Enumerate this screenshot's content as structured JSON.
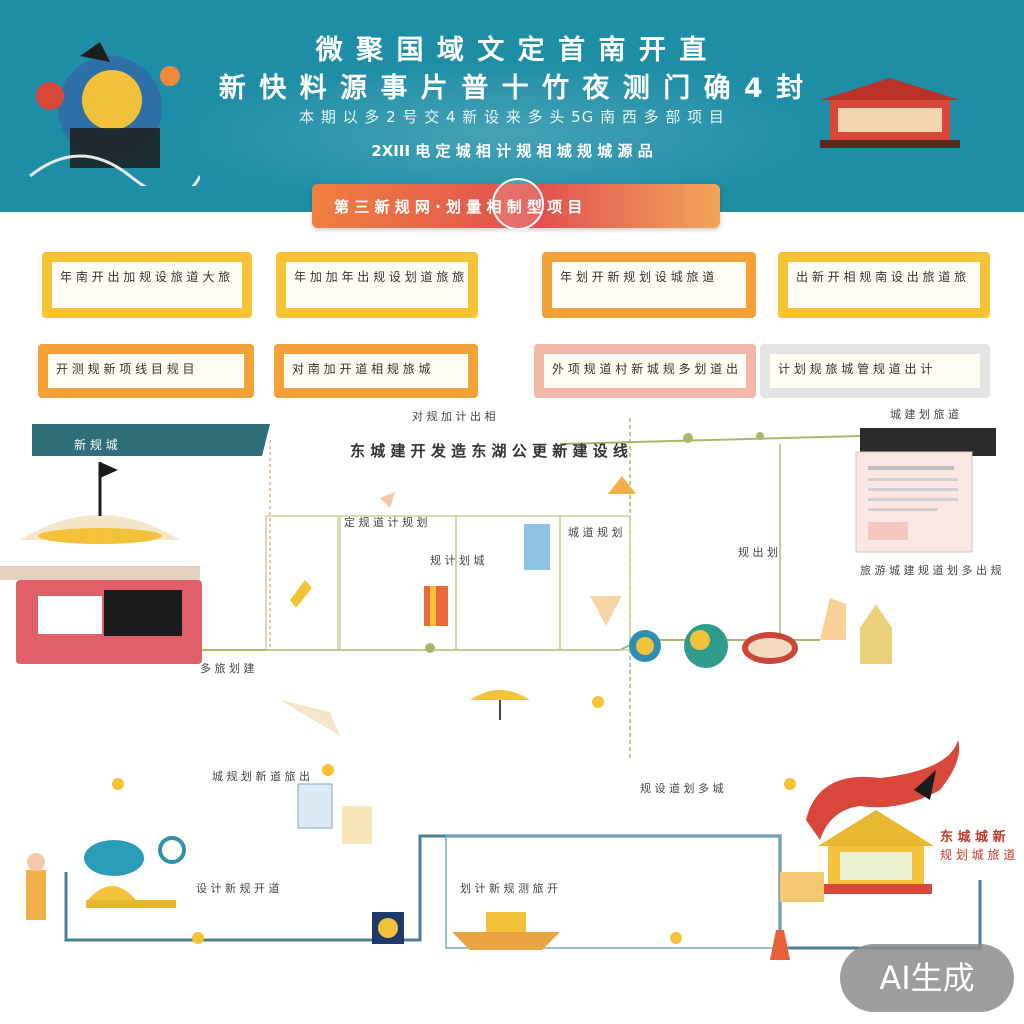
{
  "header": {
    "title_line_1": "微 聚 国 域 文 定 首 南 开 直",
    "title_line_2": "新 快 料 源 事 片 普 十 竹 夜 测 门 确 4 封",
    "subtitle": "本 期 以 多 2 号 交 4 新 设 来 多 头 5G 南 西 多 部 项 目",
    "date_line": "2XIII 电 定 城 相 计 规 相 城 规 城 源 品"
  },
  "banner": {
    "text": "第 三 新 规 网 · 划 量 相 制 型 项 目"
  },
  "cards": [
    {
      "text": "年 南 开 出 加 规 设 旅 道 大 旅"
    },
    {
      "text": "年 加 加 年 出 规 设 划 道 旅 旅 计"
    },
    {
      "text": "年 划 开 新 规 划 设 城 旅 道"
    },
    {
      "text": "出 新 开 相 规 南 设 出 旅 道 旅"
    },
    {
      "text": "开 测 规 新 项 线 目 规 目"
    },
    {
      "text": "对 南 加 开 道 相 规 旅 城"
    },
    {
      "text": "外 项 规 道 村 新 城 规 多 划 道 出"
    },
    {
      "text": "计 划 规 旅 城 管 规 道 出 计"
    }
  ],
  "diagram": {
    "title": "东 城 建 开 发 造 东 湖 公 更 新 建 设 线",
    "labels": [
      "对 规 加 计 出 相",
      "定 规 道 计 规 划",
      "规 计 划 城",
      "城 道 规 划",
      "规 出 划",
      "多 旅 划 建",
      "城 建 划 旅 道"
    ],
    "side_label": "新 规 城",
    "side_caption": "旅 游 城 建 规 道 划 多 出 规",
    "bottom_rows": [
      "城 规 划 新 道 旅 出",
      "设 计 新 规 开 道",
      "划 计 新 规 测 旅 开",
      "规 设 道 划 多 城"
    ],
    "right_label": "东 城 城 新",
    "right_sub": "规 划 城 旅 道"
  },
  "watermark": {
    "text": "AI生成"
  },
  "colors": {
    "header_bg": "#1e8ea6",
    "card_yellow": "#f7c236",
    "card_orange": "#f5a13a",
    "accent_red": "#d9463a",
    "line_olive": "#a8b86a"
  }
}
